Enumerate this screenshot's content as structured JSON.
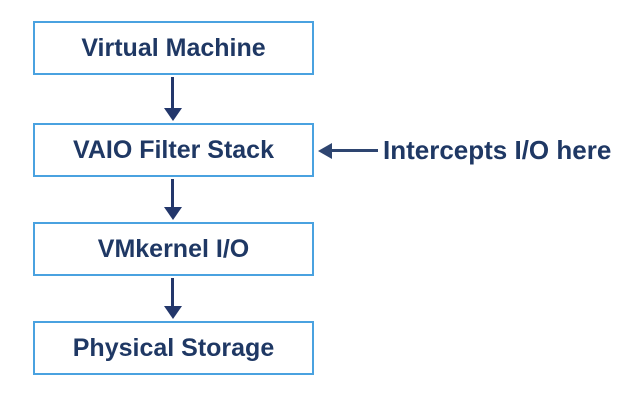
{
  "diagram": {
    "type": "flowchart",
    "nodes": [
      {
        "id": "virtual-machine",
        "label": "Virtual Machine"
      },
      {
        "id": "vaio-filter-stack",
        "label": "VAIO Filter Stack"
      },
      {
        "id": "vmkernel-io",
        "label": "VMkernel I/O"
      },
      {
        "id": "physical-storage",
        "label": "Physical Storage"
      }
    ],
    "edges": [
      {
        "from": "virtual-machine",
        "to": "vaio-filter-stack",
        "direction": "down"
      },
      {
        "from": "vaio-filter-stack",
        "to": "vmkernel-io",
        "direction": "down"
      },
      {
        "from": "vmkernel-io",
        "to": "physical-storage",
        "direction": "down"
      }
    ],
    "annotation": {
      "label": "Intercepts I/O here",
      "target": "vaio-filter-stack",
      "arrow_direction": "left"
    },
    "colors": {
      "background": "#ffffff",
      "box_border": "#4aa2e0",
      "box_fill": "#ffffff",
      "label_text": "#1f3864",
      "arrow": "#23376b",
      "annotation_arrow": "#2e4570"
    }
  }
}
